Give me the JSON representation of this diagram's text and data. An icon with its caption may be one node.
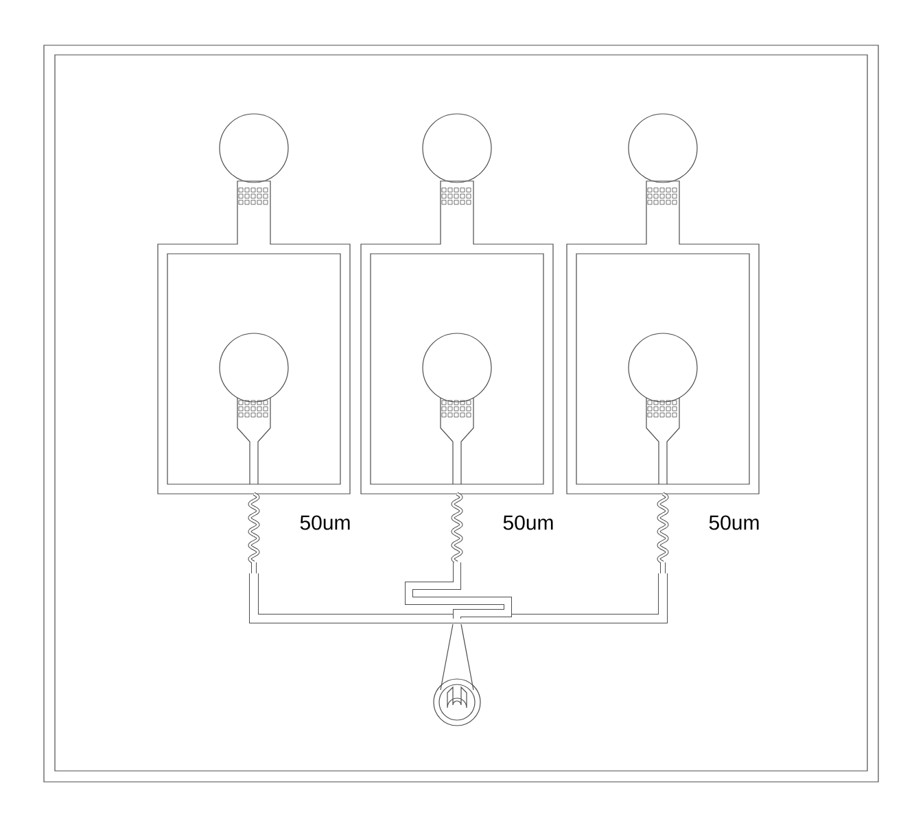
{
  "diagram": {
    "labels": [
      "50um",
      "50um",
      "50um"
    ]
  }
}
